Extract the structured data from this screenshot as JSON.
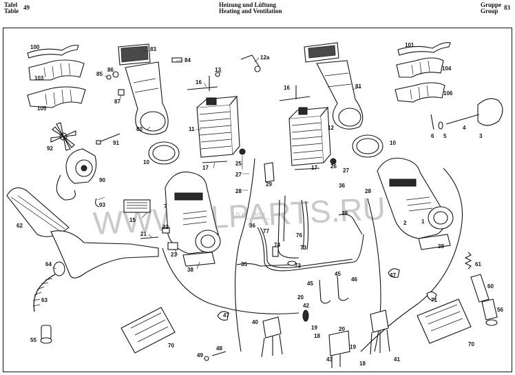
{
  "header": {
    "table_de": "Tafel",
    "table_en": "Table",
    "table_no": "49",
    "title_de": "Heizung und Lüftung",
    "title_en": "Heating and Ventilation",
    "group_de": "Gruppe",
    "group_en": "Group",
    "group_no": "83"
  },
  "watermark": {
    "text": "WWW.ELPARTS.RU",
    "date": "10.0_.202_"
  },
  "labels": [
    "100",
    "103",
    "105",
    "83",
    "84",
    "85",
    "86",
    "87",
    "13",
    "12a",
    "16",
    "11",
    "17",
    "80",
    "81",
    "91",
    "92",
    "90",
    "10",
    "10",
    "25",
    "27",
    "28",
    "29",
    "93",
    "15",
    "7",
    "62",
    "21",
    "22",
    "23",
    "38",
    "36",
    "77",
    "76",
    "74",
    "73",
    "72",
    "35",
    "64",
    "63",
    "55",
    "47",
    "40",
    "19",
    "18",
    "49",
    "48",
    "20",
    "42",
    "45",
    "45",
    "46",
    "43",
    "101",
    "104",
    "106",
    "3",
    "4",
    "5",
    "6",
    "12",
    "17",
    "26",
    "27",
    "36",
    "28",
    "39",
    "2",
    "38",
    "61",
    "60",
    "56",
    "71",
    "70",
    "70",
    "41",
    "18",
    "19",
    "20",
    "47",
    "1",
    "16"
  ],
  "colors": {
    "ink": "#111111",
    "paper": "#ffffff",
    "watermark": "#c9c9c9"
  }
}
